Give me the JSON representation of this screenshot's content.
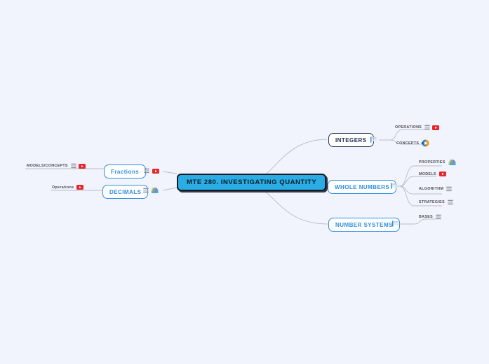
{
  "canvas": {
    "background": "#f1f4fd",
    "accent_blue": "#2f8fe0",
    "root_fill": "#29ade4",
    "root_border": "#121b26",
    "navy": "#20304f",
    "leaf_text": "#4a4a52",
    "link_color": "#b9bcc4",
    "youtube_red": "#e8262a"
  },
  "root": {
    "label": "MTE 280. INVESTIGATING QUANTITY"
  },
  "branches": {
    "fractions": {
      "label": "Fractions",
      "icons": [
        "list-icon",
        "youtube-icon"
      ]
    },
    "decimals": {
      "label": "DECIMALS",
      "icons": [
        "list-icon",
        "image-gallery-icon"
      ]
    },
    "integers": {
      "label": "INTEGERS",
      "connector_icon": "notes-icon"
    },
    "whole_numbers": {
      "label": "WHOLE NUMBERS",
      "connector_icon": "notes-icon"
    },
    "number_systems": {
      "label": "NUMBER SYSTEMS",
      "connector_icon": "notes-icon"
    }
  },
  "leaves": {
    "models_concepts": {
      "label": "MODELS/CONCEPTS",
      "icons": [
        "list-icon",
        "youtube-icon"
      ]
    },
    "operations_left": {
      "label": "Operations",
      "icons": [
        "youtube-icon"
      ]
    },
    "operations_right": {
      "label": "OPERATIONS",
      "icons": [
        "list-icon",
        "youtube-icon"
      ]
    },
    "concepts": {
      "label": "CONCEPTS",
      "icons": [
        "media-player-icon"
      ]
    },
    "properties": {
      "label": "PROPERTIES",
      "icons": [
        "image-gallery-icon"
      ]
    },
    "models": {
      "label": "MODELS",
      "icons": [
        "youtube-icon"
      ]
    },
    "algorithm": {
      "label": "ALGORITHM",
      "icons": [
        "list-icon"
      ]
    },
    "strategies": {
      "label": "STRATEGIES",
      "icons": [
        "list-icon"
      ]
    },
    "bases": {
      "label": "BASES",
      "icons": [
        "list-icon"
      ]
    }
  }
}
